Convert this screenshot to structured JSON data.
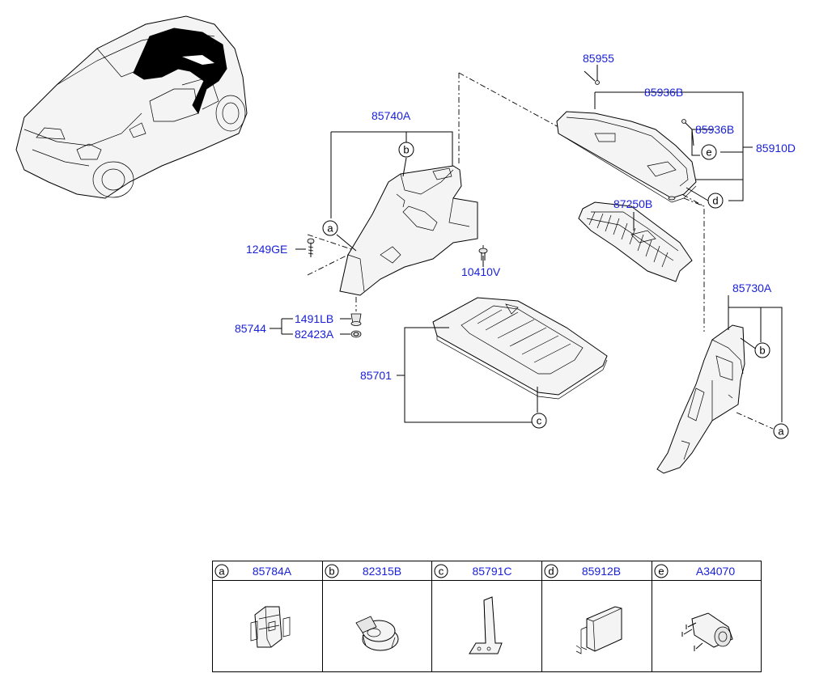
{
  "callouts": {
    "p85955": "85955",
    "p85936B_top": "85936B",
    "p85936B_right": "85936B",
    "p85910D": "85910D",
    "p85740A": "85740A",
    "p87250B": "87250B",
    "p1249GE": "1249GE",
    "p10410V": "10410V",
    "p85744": "85744",
    "p1491LB": "1491LB",
    "p82423A": "82423A",
    "p85701": "85701",
    "p85730A": "85730A"
  },
  "circle_letters": {
    "a": "a",
    "b": "b",
    "c": "c",
    "d": "d",
    "e": "e"
  },
  "legend_table": [
    {
      "letter": "a",
      "part": "85784A"
    },
    {
      "letter": "b",
      "part": "82315B"
    },
    {
      "letter": "c",
      "part": "85791C"
    },
    {
      "letter": "d",
      "part": "85912B"
    },
    {
      "letter": "e",
      "part": "A34070"
    }
  ],
  "colors": {
    "part_number": "#1a22d8",
    "line": "#000000"
  }
}
